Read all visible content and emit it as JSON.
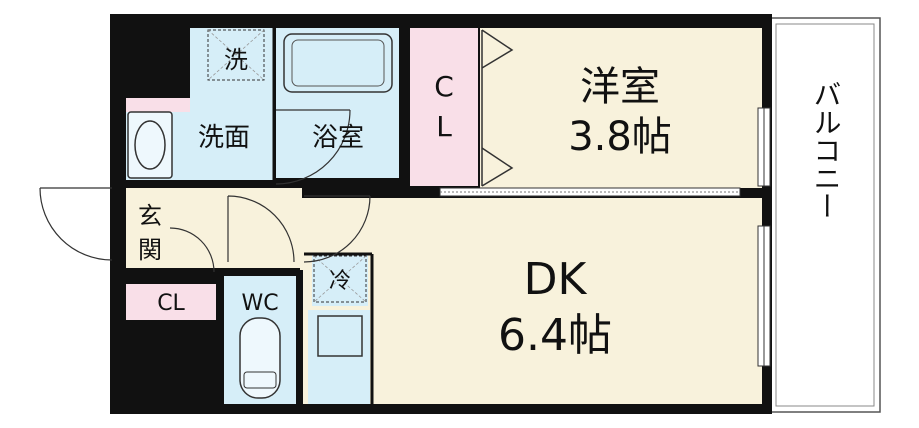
{
  "colors": {
    "wall": "#111111",
    "room_beige": "#f8f2dc",
    "bath_blue": "#d6eef8",
    "closet_pink": "#f9dfe8",
    "balcony": "#ffffff"
  },
  "rooms": {
    "western": {
      "name": "洋室",
      "size": "3.8帖"
    },
    "dk": {
      "name": "DK",
      "size": "6.4帖"
    },
    "bath": {
      "name": "浴室"
    },
    "washroom": {
      "name": "洗面"
    },
    "laundry": {
      "name": "洗"
    },
    "fridge": {
      "name": "冷"
    },
    "toilet": {
      "name": "WC"
    },
    "entrance": {
      "name_top": "玄",
      "name_bottom": "関"
    },
    "closet_small": {
      "name": "CL"
    },
    "closet_tall": {
      "name_top": "C",
      "name_bottom": "L"
    },
    "balcony": {
      "name": "バルコニー"
    }
  }
}
